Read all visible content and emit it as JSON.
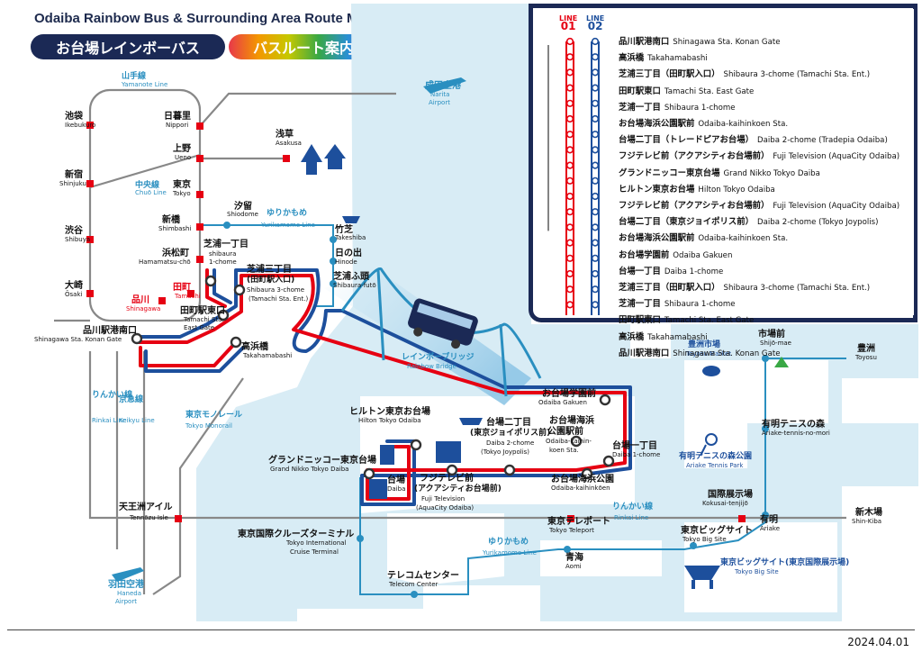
{
  "header": {
    "title_en": "Odaiba Rainbow Bus & Surrounding Area Route Map",
    "title_jp": "お台場レインボーバス",
    "subtitle_jp": "バスルート案内"
  },
  "legend_panel": {
    "line01_label": "LINE",
    "line01_num": "01",
    "line02_label": "LINE",
    "line02_num": "02",
    "stops": [
      {
        "jp": "品川駅港南口",
        "en": "Shinagawa Sta. Konan Gate"
      },
      {
        "jp": "高浜橋",
        "en": "Takahamabashi"
      },
      {
        "jp": "芝浦三丁目（田町駅入口）",
        "en": "Shibaura 3-chome (Tamachi Sta. Ent.)"
      },
      {
        "jp": "田町駅東口",
        "en": "Tamachi Sta. East Gate"
      },
      {
        "jp": "芝浦一丁目",
        "en": "Shibaura 1-chome"
      },
      {
        "jp": "お台場海浜公園駅前",
        "en": "Odaiba-kaihinkoen Sta."
      },
      {
        "jp": "台場二丁目（トレードピアお台場）",
        "en": "Daiba 2-chome (Tradepia  Odaiba)"
      },
      {
        "jp": "フジテレビ前（アクアシティお台場前）",
        "en": "Fuji Television (AquaCity Odaiba)"
      },
      {
        "jp": "グランドニッコー東京台場",
        "en": "Grand Nikko Tokyo Daiba"
      },
      {
        "jp": "ヒルトン東京お台場",
        "en": "Hilton Tokyo Odaiba"
      },
      {
        "jp": "フジテレビ前（アクアシティお台場前）",
        "en": "Fuji Television (AquaCity Odaiba)"
      },
      {
        "jp": "台場二丁目（東京ジョイポリス前）",
        "en": "Daiba 2-chome (Tokyo Joypolis)"
      },
      {
        "jp": "お台場海浜公園駅前",
        "en": "Odaiba-kaihinkoen Sta."
      },
      {
        "jp": "お台場学園前",
        "en": "Odaiba Gakuen"
      },
      {
        "jp": "台場一丁目",
        "en": "Daiba 1-chome"
      },
      {
        "jp": "芝浦三丁目（田町駅入口）",
        "en": "Shibaura 3-chome (Tamachi Sta. Ent.)"
      },
      {
        "jp": "芝浦一丁目",
        "en": "Shibaura 1-chome"
      },
      {
        "jp": "田町駅東口",
        "en": "Tamachi Sta. East Gate"
      },
      {
        "jp": "高浜橋",
        "en": "Takahamabashi"
      },
      {
        "jp": "品川駅港南口",
        "en": "Shinagawa Sta. Konan Gate"
      }
    ]
  },
  "lines": {
    "yamanote_jp": "山手線",
    "yamanote_en": "Yamanote Line",
    "chuo_jp": "中央線",
    "chuo_en": "Chuō Line",
    "yurikamome1_jp": "ゆりかもめ",
    "yurikamome1_en": "Yurikamome Line",
    "yurikamome2_jp": "ゆりかもめ",
    "yurikamome2_en": "Yurikamome Line",
    "rainbow_jp": "レインボーブリッジ",
    "rainbow_en": "Rainbow Bridge",
    "monorail_jp": "東京モノレール",
    "monorail_en": "Tokyo Monorail",
    "keikyu_jp": "京急線",
    "keikyu_en": "Keikyu Line",
    "rinkai1_jp": "りんかい線",
    "rinkai1_en": "Rinkai Line",
    "rinkai2_jp": "りんかい線",
    "rinkai2_en": "Rinkai Line"
  },
  "stations": {
    "ikebukuro_jp": "池袋",
    "ikebukuro_en": "Ikebukuro",
    "shinjuku_jp": "新宿",
    "shinjuku_en": "Shinjuku",
    "shibuya_jp": "渋谷",
    "shibuya_en": "Shibuya",
    "osaki_jp": "大崎",
    "osaki_en": "Ōsaki",
    "nippori_jp": "日暮里",
    "nippori_en": "Nippori",
    "ueno_jp": "上野",
    "ueno_en": "Ueno",
    "tokyo_jp": "東京",
    "tokyo_en": "Tokyo",
    "shimbashi_jp": "新橋",
    "shimbashi_en": "Shimbashi",
    "hamamatsucho_jp": "浜松町",
    "hamamatsucho_en": "Hamamatsu-chō",
    "tamachi_jp": "田町",
    "tamachi_en": "Tamachi",
    "shinagawa_jp": "品川",
    "shinagawa_en": "Shinagawa",
    "asakusa_jp": "浅草",
    "asakusa_en": "Asakusa",
    "narita_jp": "成田空港",
    "narita_en1": "Narita",
    "narita_en2": "Airport",
    "shiodome_jp": "汐留",
    "shiodome_en": "Shiodome",
    "takeshiba_jp": "竹芝",
    "takeshiba_en": "Takeshiba",
    "hinode_jp": "日の出",
    "hinode_en": "Hinode",
    "shibaurafuto_jp": "芝浦ふ頭",
    "shibaurafuto_en": "Shibaura-futō",
    "haneda_jp": "羽田空港",
    "haneda_en1": "Haneda",
    "haneda_en2": "Airport",
    "tennozu_jp": "天王洲アイル",
    "tennozu_en": "Tennōzu Isle",
    "teleport_jp": "東京テレポート",
    "teleport_en": "Tokyo Teleport",
    "aomi_jp": "青海",
    "aomi_en": "Aomi",
    "telecom_jp": "テレコムセンター",
    "telecom_en": "Telecom Center",
    "cruise_jp": "東京国際クルーズターミナル",
    "cruise_en1": "Tokyo International",
    "cruise_en2": "Cruise Terminal",
    "bigsight_jp": "東京ビッグサイト",
    "bigsight_en": "Tokyo Big Site",
    "bigsight_venue_jp": "東京ビッグサイト(東京国際展示場)",
    "bigsight_venue_en": "Tokyo Big Site",
    "kokusai_jp": "国際展示場",
    "kokusai_en": "Kokusai-tenjijō",
    "ariake_jp": "有明",
    "ariake_en": "Ariake",
    "shinkiba_jp": "新木場",
    "shinkiba_en": "Shin-Kiba",
    "ariaketennis_jp": "有明テニスの森",
    "ariaketennis_en": "Ariake-tennis-no-mori",
    "tennispark_jp": "有明テニスの森公園",
    "tennispark_en": "Ariake Tennis Park",
    "shijomae_jp": "市場前",
    "shijomae_en": "Shijō-mae",
    "toyosu_jp": "豊洲",
    "toyosu_en": "Toyosu",
    "toyosumarket_jp": "豊洲市場",
    "toyosumarket_en": "Toyosu Market"
  },
  "bus_stops": {
    "konan_jp": "品川駅港南口",
    "konan_en": "Shinagawa Sta. Konan Gate",
    "takahama_jp": "高浜橋",
    "takahama_en": "Takahamabashi",
    "tamachieast_jp": "田町駅東口",
    "tamachieast_en1": "Tamachi Sta.",
    "tamachieast_en2": "East Gate",
    "shibaura1_jp": "芝浦一丁目",
    "shibaura1_en1": "shibaura",
    "shibaura1_en2": "1-chome",
    "shibaura3_jp1": "芝浦三丁目",
    "shibaura3_jp2": "(田町駅入口)",
    "shibaura3_en1": "Shibaura 3-chome",
    "shibaura3_en2": "(Tamachi Sta. Ent.)",
    "gakuen_jp": "お台場学園前",
    "gakuen_en": "Odaiba Gakuen",
    "daiba1_jp": "台場一丁目",
    "daiba1_en": "Daiba 1-chome",
    "kaihinsta_jp1": "お台場海浜",
    "kaihinsta_jp2": "公園駅前",
    "kaihinsta_en1": "Odaiba-kaihin-",
    "kaihinsta_en2": "koen Sta.",
    "kaihinpark_jp": "お台場海浜公園",
    "kaihinpark_en": "Odaiba-kaihinkōen",
    "daiba2_jp1": "台場二丁目",
    "daiba2_jp2": "(東京ジョイポリス前)",
    "daiba2_en1": "Daiba 2-chome",
    "daiba2_en2": "(Tokyo Joypolis)",
    "hilton_jp": "ヒルトン東京お台場",
    "hilton_en": "Hilton Tokyo Odaiba",
    "nikko_jp": "グランドニッコー東京台場",
    "nikko_en": "Grand Nikko Tokyo Daiba",
    "fuji_jp1": "フジテレビ前",
    "fuji_jp2": "(アクアシティお台場前)",
    "fuji_en1": "Fuji Television",
    "fuji_en2": "(AquaCity Odaiba)",
    "daiba_jp": "台場",
    "daiba_en": "Daiba"
  },
  "footer": {
    "date": "2024.04.01"
  },
  "colors": {
    "line01": "#e60012",
    "line02": "#1d4f9c",
    "navy": "#1b2955",
    "water": "#d8ecf5",
    "rail_gray": "#888888",
    "yurikamome": "#2a8fc0",
    "jr_red": "#e60012"
  }
}
